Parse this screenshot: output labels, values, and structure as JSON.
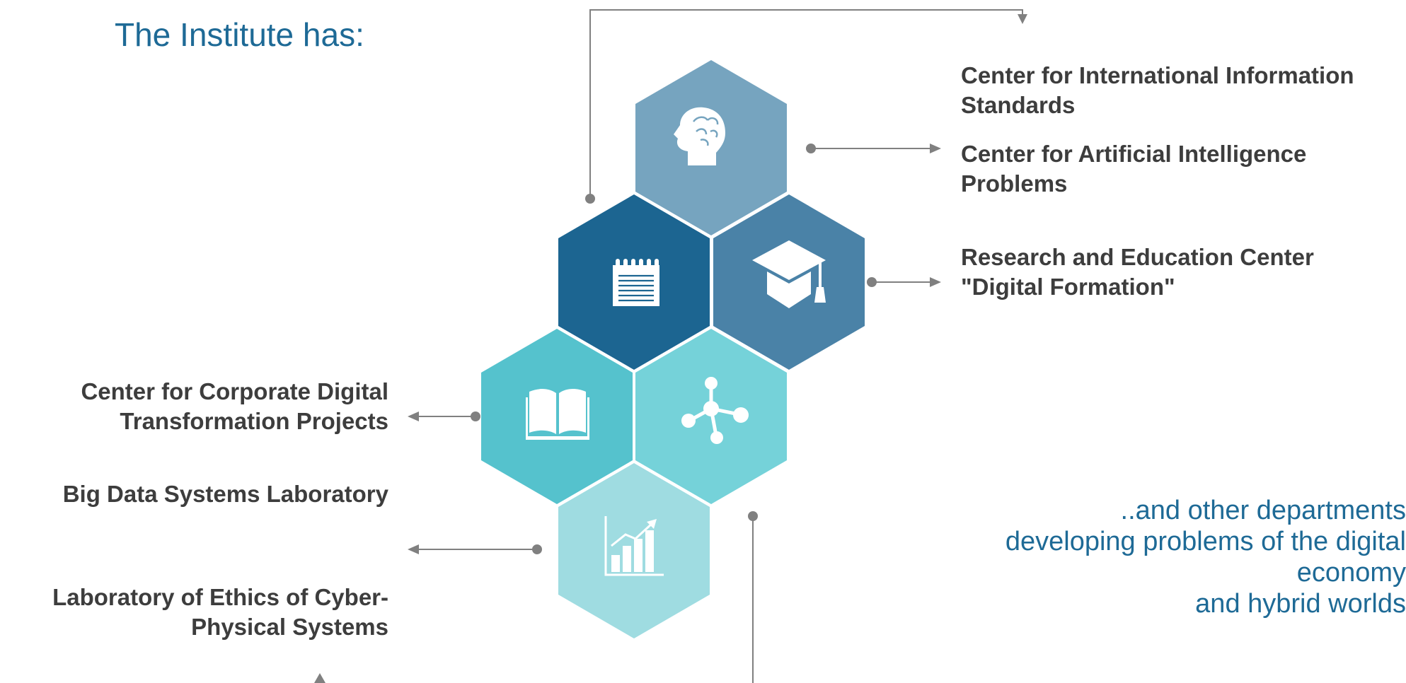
{
  "heading": "The Institute has:",
  "right_departments": [
    [
      "Center for International Information",
      "Standards"
    ],
    [
      "Center for Artificial Intelligence",
      "Problems"
    ],
    [
      "Research and Education Center",
      "\"Digital Formation\""
    ]
  ],
  "left_departments": [
    [
      "Center for Corporate Digital",
      "Transformation Projects"
    ],
    [
      "Big Data Systems Laboratory"
    ],
    [
      "Laboratory of Ethics of Cyber-",
      "Physical Systems"
    ]
  ],
  "note_lines": [
    "..and other departments",
    "developing problems of the digital",
    "economy",
    "and hybrid worlds"
  ],
  "colors": {
    "hex_brain": "#76a4bf",
    "hex_notepad": "#1c6591",
    "hex_graduation": "#4a82a7",
    "hex_book": "#55c2cd",
    "hex_network": "#75d2d9",
    "hex_chart": "#9fdce1",
    "connector": "#808080",
    "heading_text": "#1e6a96",
    "department_text": "#3d3d3d"
  },
  "hexagons": [
    {
      "name": "hex-brain",
      "icon": "brain-head-icon",
      "color": "#76a4bf"
    },
    {
      "name": "hex-notepad",
      "icon": "notepad-icon",
      "color": "#1c6591"
    },
    {
      "name": "hex-graduation",
      "icon": "graduation-cap-icon",
      "color": "#4a82a7"
    },
    {
      "name": "hex-book",
      "icon": "open-book-icon",
      "color": "#55c2cd"
    },
    {
      "name": "hex-network",
      "icon": "network-nodes-icon",
      "color": "#75d2d9"
    },
    {
      "name": "hex-chart",
      "icon": "growth-chart-icon",
      "color": "#9fdce1"
    }
  ]
}
